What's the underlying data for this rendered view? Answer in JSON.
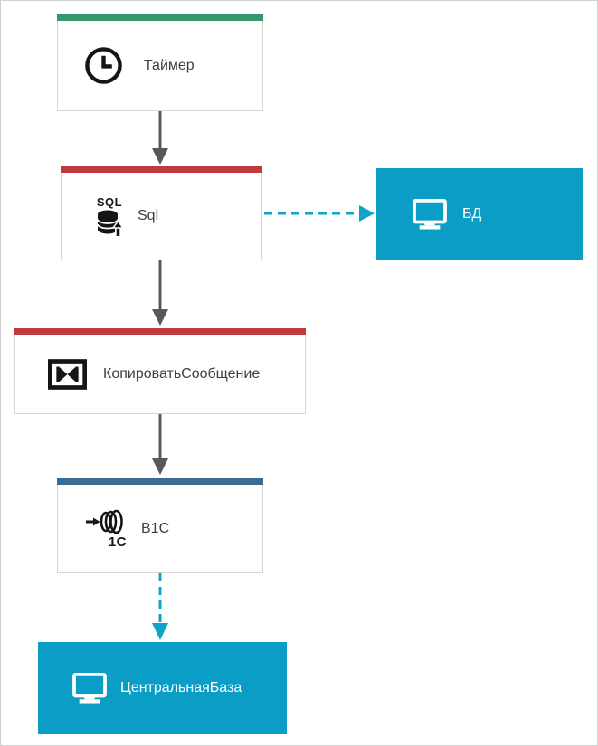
{
  "canvas": {
    "background": "#ffffff",
    "frame_border": "#cdd0d0"
  },
  "colors": {
    "accent_green": "#35996b",
    "accent_red": "#c13a3e",
    "accent_blue": "#3a6c94",
    "endpoint_cyan": "#0a9ec6",
    "solid_arrow": "#58585a",
    "dashed_arrow": "#12a3c8",
    "box_border": "#d8d6d2",
    "label_text": "#3e3e3e"
  },
  "nodes": [
    {
      "id": "timer",
      "label": "Таймер",
      "icon": "clock-icon",
      "accent": "#35996b",
      "type": "outlined"
    },
    {
      "id": "sql",
      "label": "Sql",
      "icon": "sql-database-icon",
      "accent": "#c13a3e",
      "type": "outlined"
    },
    {
      "id": "bd",
      "label": "БД",
      "icon": "monitor-icon",
      "fill": "#0a9ec6",
      "type": "filled"
    },
    {
      "id": "copy",
      "label": "КопироватьСообщение",
      "icon": "map-transform-icon",
      "accent": "#c13a3e",
      "type": "outlined"
    },
    {
      "id": "b1c",
      "label": "В1С",
      "icon": "pipeline-1c-icon",
      "accent": "#3a6c94",
      "type": "outlined"
    },
    {
      "id": "central",
      "label": "ЦентральнаяБаза",
      "icon": "monitor-icon",
      "fill": "#0a9ec6",
      "type": "filled"
    }
  ],
  "icons": {
    "sql_text": "SQL",
    "one_c_text": "1С"
  },
  "edges": [
    {
      "from": "timer",
      "to": "sql",
      "style": "solid",
      "color": "#58585a"
    },
    {
      "from": "sql",
      "to": "bd",
      "style": "dashed",
      "color": "#12a3c8"
    },
    {
      "from": "sql",
      "to": "copy",
      "style": "solid",
      "color": "#58585a"
    },
    {
      "from": "copy",
      "to": "b1c",
      "style": "solid",
      "color": "#58585a"
    },
    {
      "from": "b1c",
      "to": "central",
      "style": "dashed",
      "color": "#12a3c8"
    }
  ]
}
